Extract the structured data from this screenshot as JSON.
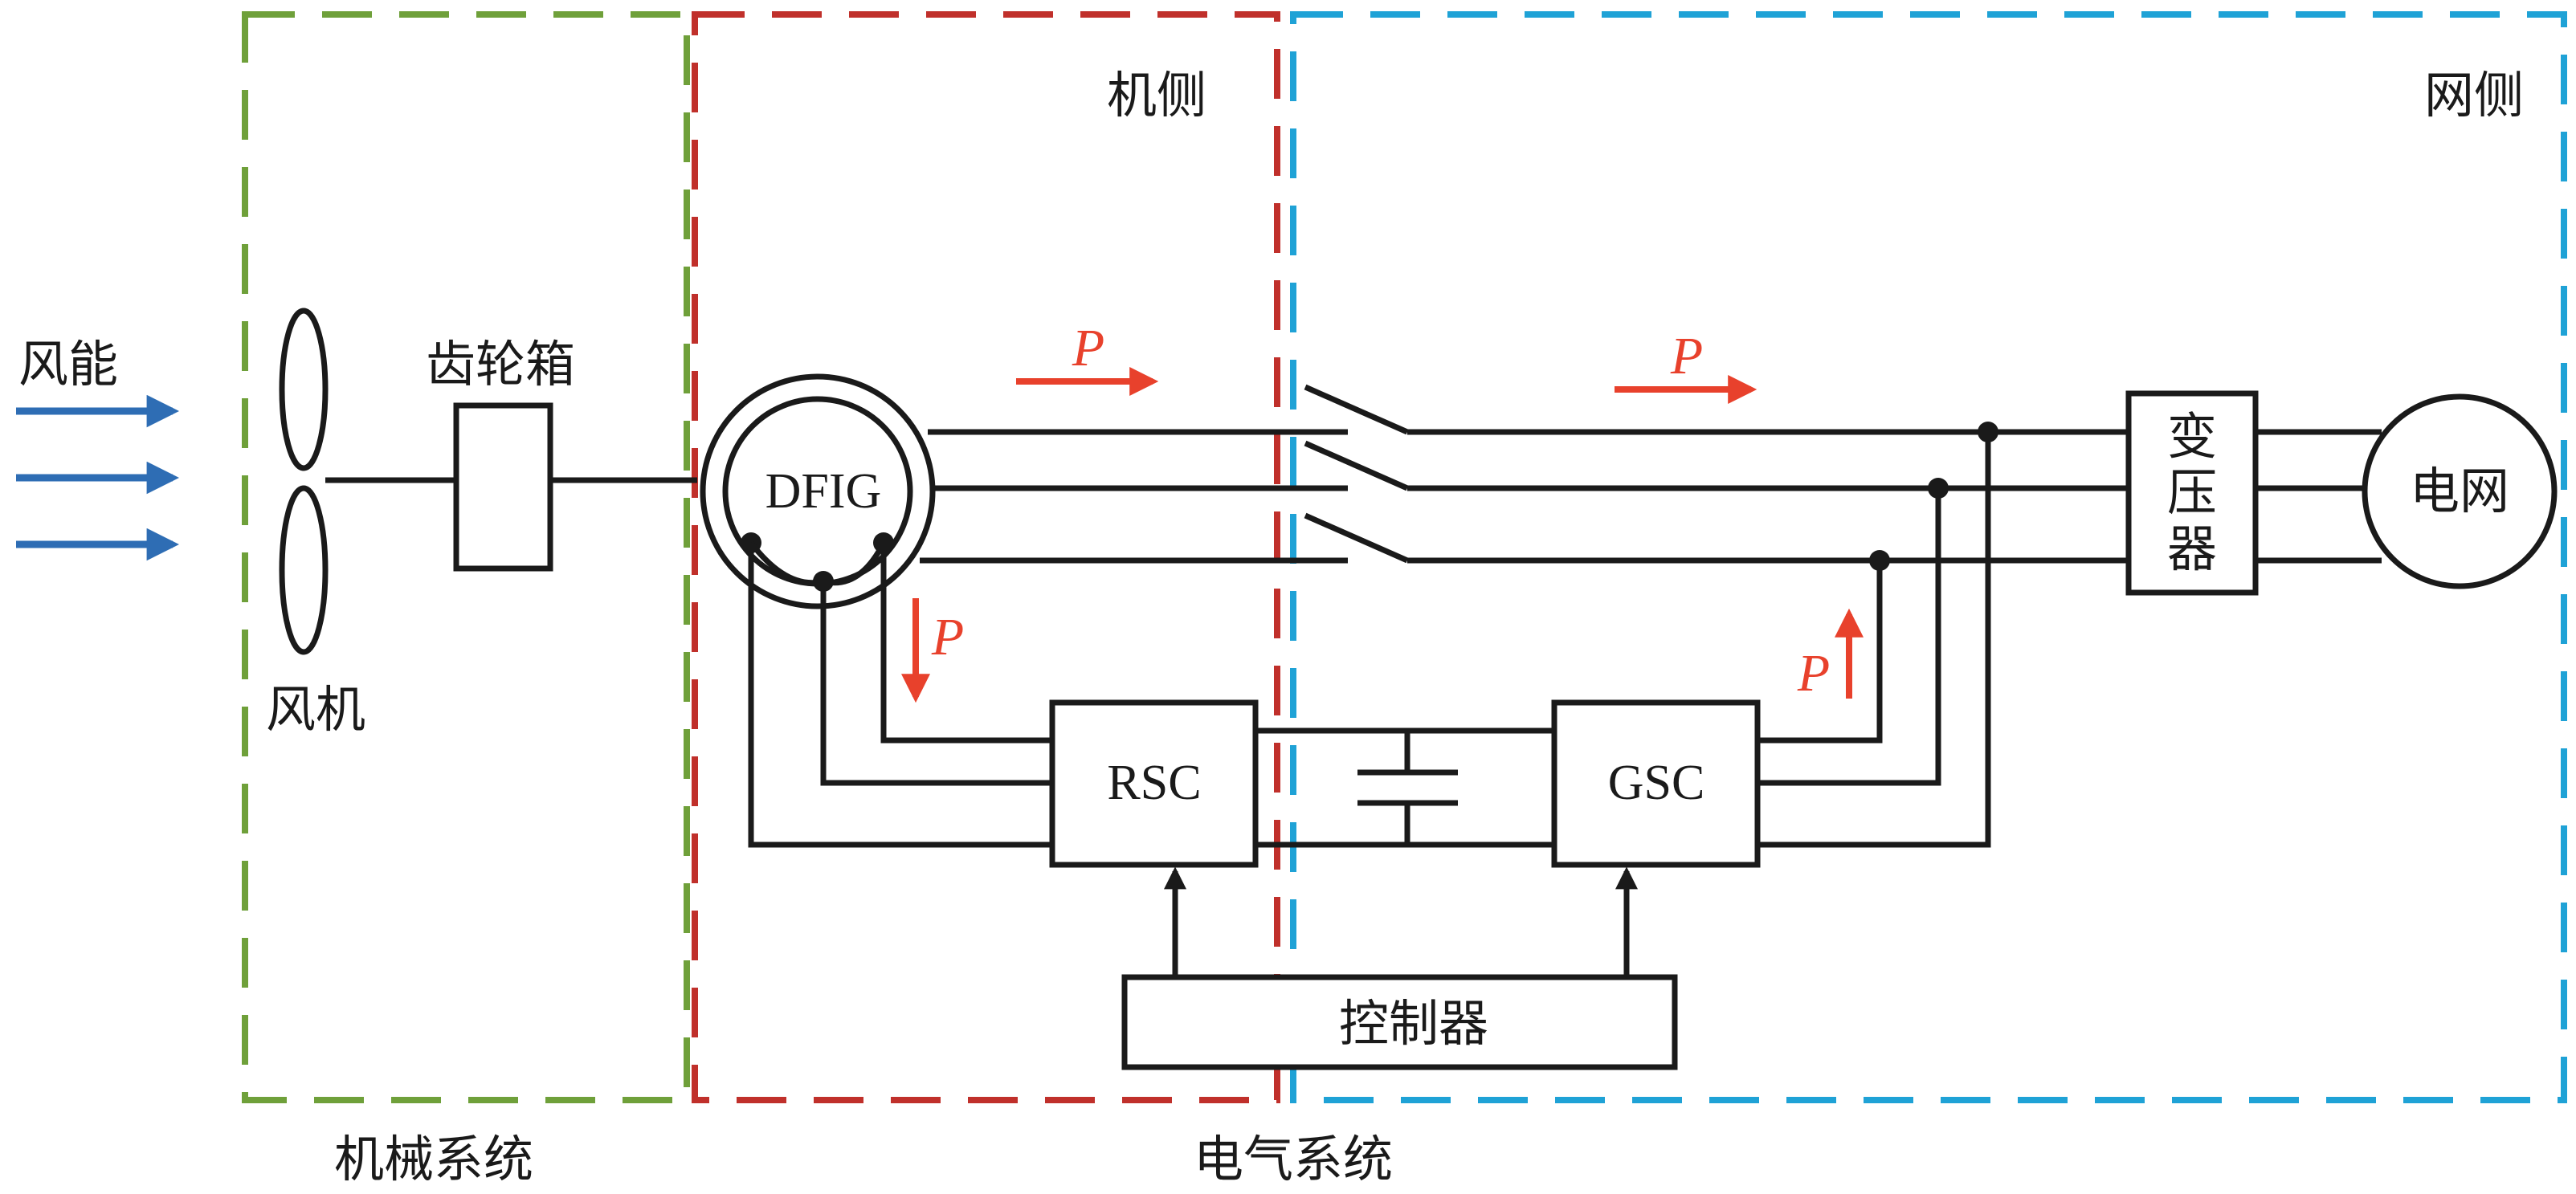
{
  "regions": {
    "mechanical": {
      "label": "机械系统",
      "color": "#6FA03A"
    },
    "machine_side": {
      "label": "机侧",
      "color": "#C0302B"
    },
    "grid_side": {
      "label": "网侧",
      "color": "#1FA2D6"
    },
    "electrical": {
      "label": "电气系统"
    }
  },
  "labels": {
    "wind_energy": "风能",
    "turbine": "风机",
    "gearbox": "齿轮箱",
    "generator": "DFIG",
    "rsc": "RSC",
    "gsc": "GSC",
    "controller": "控制器",
    "transformer": [
      "变",
      "压",
      "器"
    ],
    "grid": "电网",
    "power_symbol": "P"
  },
  "colors": {
    "wind_arrow": "#2E6DB4",
    "power_arrow": "#E8412C",
    "line": "#1a1a1a"
  }
}
